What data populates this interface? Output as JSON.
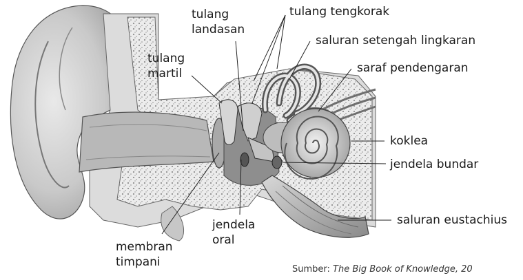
{
  "labels": {
    "tulang_landasan": [
      "tulang",
      "landasan"
    ],
    "tulang_tengkorak": "tulang tengkorak",
    "tulang_martil": [
      "tulang",
      "martil"
    ],
    "saluran_setengah_lingkaran": "saluran setengah lingkaran",
    "saraf_pendengaran": "saraf pendengaran",
    "koklea": "koklea",
    "jendela_bundar": "jendela bundar",
    "saluran_eustachius": "saluran eustachius",
    "jendela_oral": [
      "jendela",
      "oral"
    ],
    "membran_timpani": [
      "membran",
      "timpani"
    ]
  },
  "source": {
    "prefix": "Sumber: ",
    "title": "The Big Book of Knowledge, 20"
  }
}
